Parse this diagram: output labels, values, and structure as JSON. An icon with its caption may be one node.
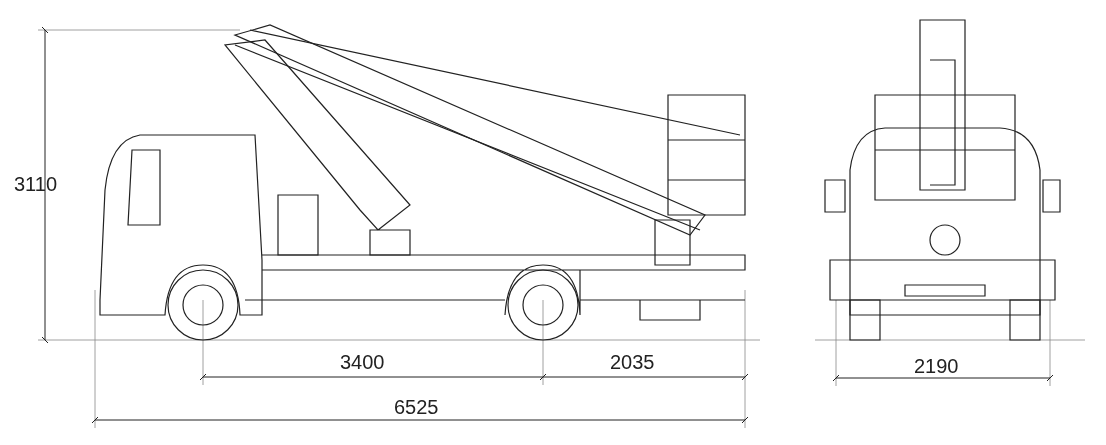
{
  "diagram": {
    "labels": [
      "3110",
      "3400",
      "2035",
      "6525",
      "2190"
    ]
  }
}
